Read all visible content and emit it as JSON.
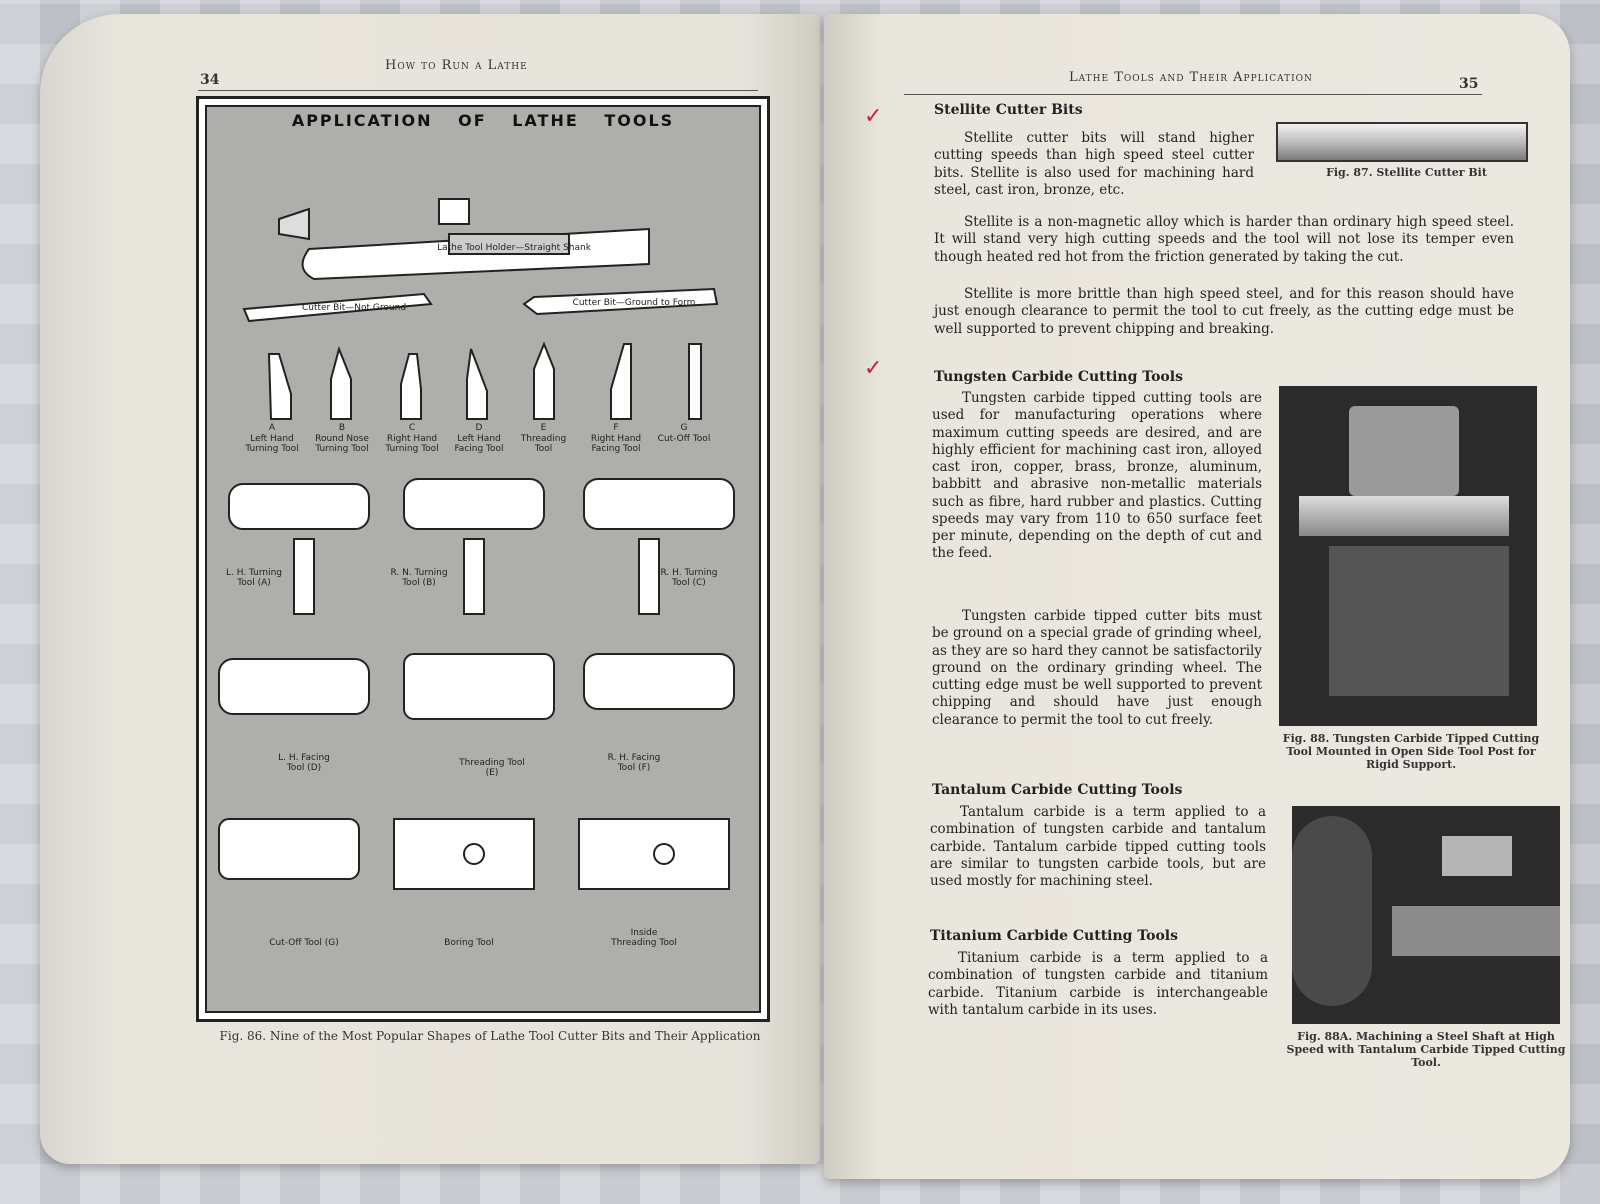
{
  "left_page": {
    "running_head": "How to Run a Lathe",
    "page_number": "34",
    "plate_title": "APPLICATION OF LATHE TOOLS",
    "labels": {
      "holder": "Lathe Tool Holder—Straight Shank",
      "bit_not_ground": "Cutter Bit—Not Ground",
      "bit_ground": "Cutter Bit—Ground to Form"
    },
    "tool_shapes": [
      {
        "letter": "A",
        "name": "Left Hand Turning Tool"
      },
      {
        "letter": "B",
        "name": "Round Nose Turning Tool"
      },
      {
        "letter": "C",
        "name": "Right Hand Turning Tool"
      },
      {
        "letter": "D",
        "name": "Left Hand Facing Tool"
      },
      {
        "letter": "E",
        "name": "Threading Tool"
      },
      {
        "letter": "F",
        "name": "Right Hand Facing Tool"
      },
      {
        "letter": "G",
        "name": "Cut-Off Tool"
      }
    ],
    "applications": [
      "L. H. Turning Tool (A)",
      "R. N. Turning Tool (B)",
      "R. H. Turning Tool (C)",
      "L. H. Facing Tool (D)",
      "Threading Tool (E)",
      "R. H. Facing Tool (F)",
      "Cut-Off Tool (G)",
      "Boring Tool",
      "Inside Threading Tool"
    ],
    "figure_caption": "Fig. 86. Nine of the Most Popular Shapes of Lathe Tool Cutter Bits and Their Application"
  },
  "right_page": {
    "running_head": "Lathe Tools and Their Application",
    "page_number": "35",
    "stellite_heading": "Stellite Cutter Bits",
    "stellite_p1": "Stellite cutter bits will stand higher cutting speeds than high speed steel cutter bits. Stellite is also used for machining hard steel, cast iron, bronze, etc.",
    "fig87_caption": "Fig. 87. Stellite Cutter Bit",
    "stellite_p2": "Stellite is a non-magnetic alloy which is harder than ordinary high speed steel. It will stand very high cutting speeds and the tool will not lose its temper even though heated red hot from the friction generated by taking the cut.",
    "stellite_p3": "Stellite is more brittle than high speed steel, and for this reason should have just enough clearance to permit the tool to cut freely, as the cutting edge must be well supported to prevent chipping and breaking.",
    "tungsten_heading": "Tungsten Carbide Cutting Tools",
    "tungsten_p1": "Tungsten carbide tipped cutting tools are used for manufacturing operations where maximum cutting speeds are desired, and are highly efficient for machining cast iron, alloyed cast iron, copper, brass, bronze, aluminum, babbitt and abrasive non-metallic materials such as fibre, hard rubber and plastics. Cutting speeds may vary from 110 to 650 surface feet per minute, depending on the depth of cut and the feed.",
    "tungsten_p2": "Tungsten carbide tipped cutter bits must be ground on a special grade of grinding wheel, as they are so hard they cannot be satisfactorily ground on the ordinary grinding wheel. The cutting edge must be well supported to prevent chipping and should have just enough clearance to permit the tool to cut freely.",
    "fig88_caption": "Fig. 88. Tungsten Carbide Tipped Cutting Tool Mounted in Open Side Tool Post for Rigid Support.",
    "tantalum_heading": "Tantalum Carbide Cutting Tools",
    "tantalum_p": "Tantalum carbide is a term applied to a combination of tungsten carbide and tantalum carbide. Tantalum carbide tipped cutting tools are similar to tungsten carbide tools, but are used mostly for machining steel.",
    "titanium_heading": "Titanium Carbide Cutting Tools",
    "titanium_p": "Titanium carbide is a term applied to a combination of tungsten carbide and titanium carbide. Titanium carbide is interchangeable with tantalum carbide in its uses.",
    "fig88a_caption": "Fig. 88A. Machining a Steel Shaft at High Speed with Tantalum Carbide Tipped Cutting Tool.",
    "check_mark": "✓"
  },
  "colors": {
    "page": "#e8e5dd",
    "plate_bg": "#aeaeab",
    "ink": "#222222",
    "check": "#c2223a"
  }
}
